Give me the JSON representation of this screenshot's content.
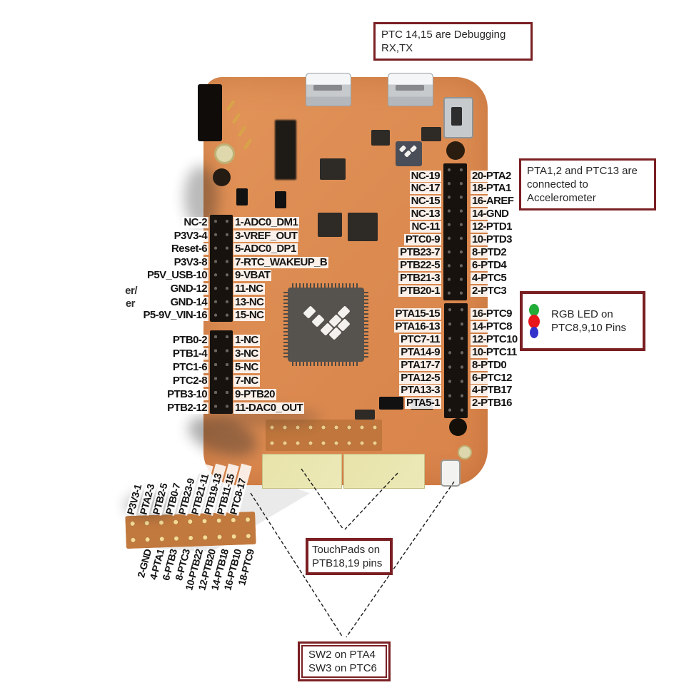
{
  "diagram": {
    "callouts": {
      "debug": {
        "line1": "PTC 14,15 are Debugging",
        "line2": "RX,TX"
      },
      "accelerometer": {
        "line1": "PTA1,2 and PTC13 are",
        "line2": "connected to",
        "line3": "Accelerometer"
      },
      "rgb_led": {
        "line1": "RGB LED on",
        "line2": "PTC8,9,10 Pins",
        "dot_colors": {
          "green": "#22AC38",
          "red": "#E8151B",
          "blue": "#3333CC"
        }
      },
      "touchpads": {
        "line1": "TouchPads on",
        "line2": "PTB18,19 pins"
      },
      "switches": {
        "line1": "SW2 on PTA4",
        "line2": "SW3 on PTC6"
      }
    },
    "partial_text": {
      "line1": "er/",
      "line2": "er"
    },
    "pin_headers": {
      "left_top": {
        "left": [
          "NC-2",
          "P3V3-4",
          "Reset-6",
          "P3V3-8",
          "P5V_USB-10",
          "GND-12",
          "GND-14",
          "P5-9V_VIN-16"
        ],
        "right": [
          "1-ADC0_DM1",
          "3-VREF_OUT",
          "5-ADC0_DP1",
          "7-RTC_WAKEUP_B",
          "9-VBAT",
          "11-NC",
          "13-NC",
          "15-NC"
        ]
      },
      "left_bottom": {
        "left": [
          "PTB0-2",
          "PTB1-4",
          "PTC1-6",
          "PTC2-8",
          "PTB3-10",
          "PTB2-12"
        ],
        "right": [
          "1-NC",
          "3-NC",
          "5-NC",
          "7-NC",
          "9-PTB20",
          "11-DAC0_OUT"
        ]
      },
      "right_top": {
        "left": [
          "NC-19",
          "NC-17",
          "NC-15",
          "NC-13",
          "NC-11",
          "PTC0-9",
          "PTB23-7",
          "PTB22-5",
          "PTB21-3",
          "PTB20-1"
        ],
        "right": [
          "20-PTA2",
          "18-PTA1",
          "16-AREF",
          "14-GND",
          "12-PTD1",
          "10-PTD3",
          "8-PTD2",
          "6-PTD4",
          "4-PTC5",
          "2-PTC3"
        ]
      },
      "right_bottom": {
        "left": [
          "PTA15-15",
          "PTA16-13",
          "PTC7-11",
          "PTA14-9",
          "PTA17-7",
          "PTA12-5",
          "PTA13-3",
          "PTA5-1"
        ],
        "right": [
          "16-PTC9",
          "14-PTC8",
          "12-PTC10",
          "10-PTC11",
          "8-PTD0",
          "6-PTC12",
          "4-PTB17",
          "2-PTB16"
        ]
      }
    },
    "bottom_strip": {
      "top": [
        "P3V3-1",
        "PTA2-3",
        "PTB2-5",
        "PTB0-7",
        "PTB23-9",
        "PTB21-11",
        "PTB19-13",
        "PTB11-15",
        "PTC8-17"
      ],
      "bottom": [
        "2-GND",
        "4-PTA1",
        "6-PTB3",
        "8-PTC3",
        "10-PTB22",
        "12-PTB20",
        "14-PTB18",
        "16-PTB10",
        "18-PTC9"
      ]
    },
    "colors": {
      "board": "#DC8B51",
      "callout_border": "#7A1F23"
    }
  }
}
